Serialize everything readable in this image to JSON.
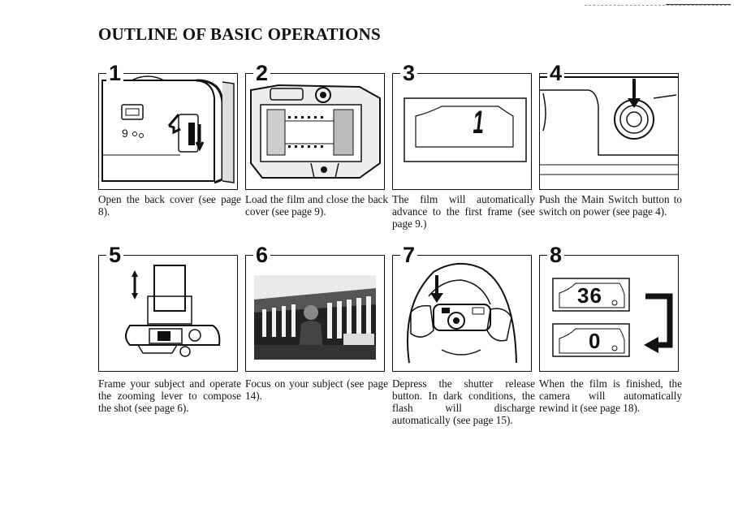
{
  "title": "OUTLINE OF BASIC OPERATIONS",
  "steps": [
    {
      "number": "1",
      "caption": "Open the back cover (see page 8)."
    },
    {
      "number": "2",
      "caption": "Load the film and close the back cover (see page 9)."
    },
    {
      "number": "3",
      "caption": "The film will automatically advance to the first frame (see page 9.)",
      "display": "1"
    },
    {
      "number": "4",
      "caption": "Push the Main Switch button to switch on power (see page 4)."
    },
    {
      "number": "5",
      "caption": "Frame your subject and operate the zooming lever to compose the shot (see page 6)."
    },
    {
      "number": "6",
      "caption": "Focus on your subject (see page 14)."
    },
    {
      "number": "7",
      "caption": "Depress the shutter release button. In dark conditions, the flash will discharge automatically (see page 15)."
    },
    {
      "number": "8",
      "caption": "When the film is finished, the camera will automatically rewind it (see page 18).",
      "display_top": "36",
      "display_bottom": "0"
    }
  ]
}
